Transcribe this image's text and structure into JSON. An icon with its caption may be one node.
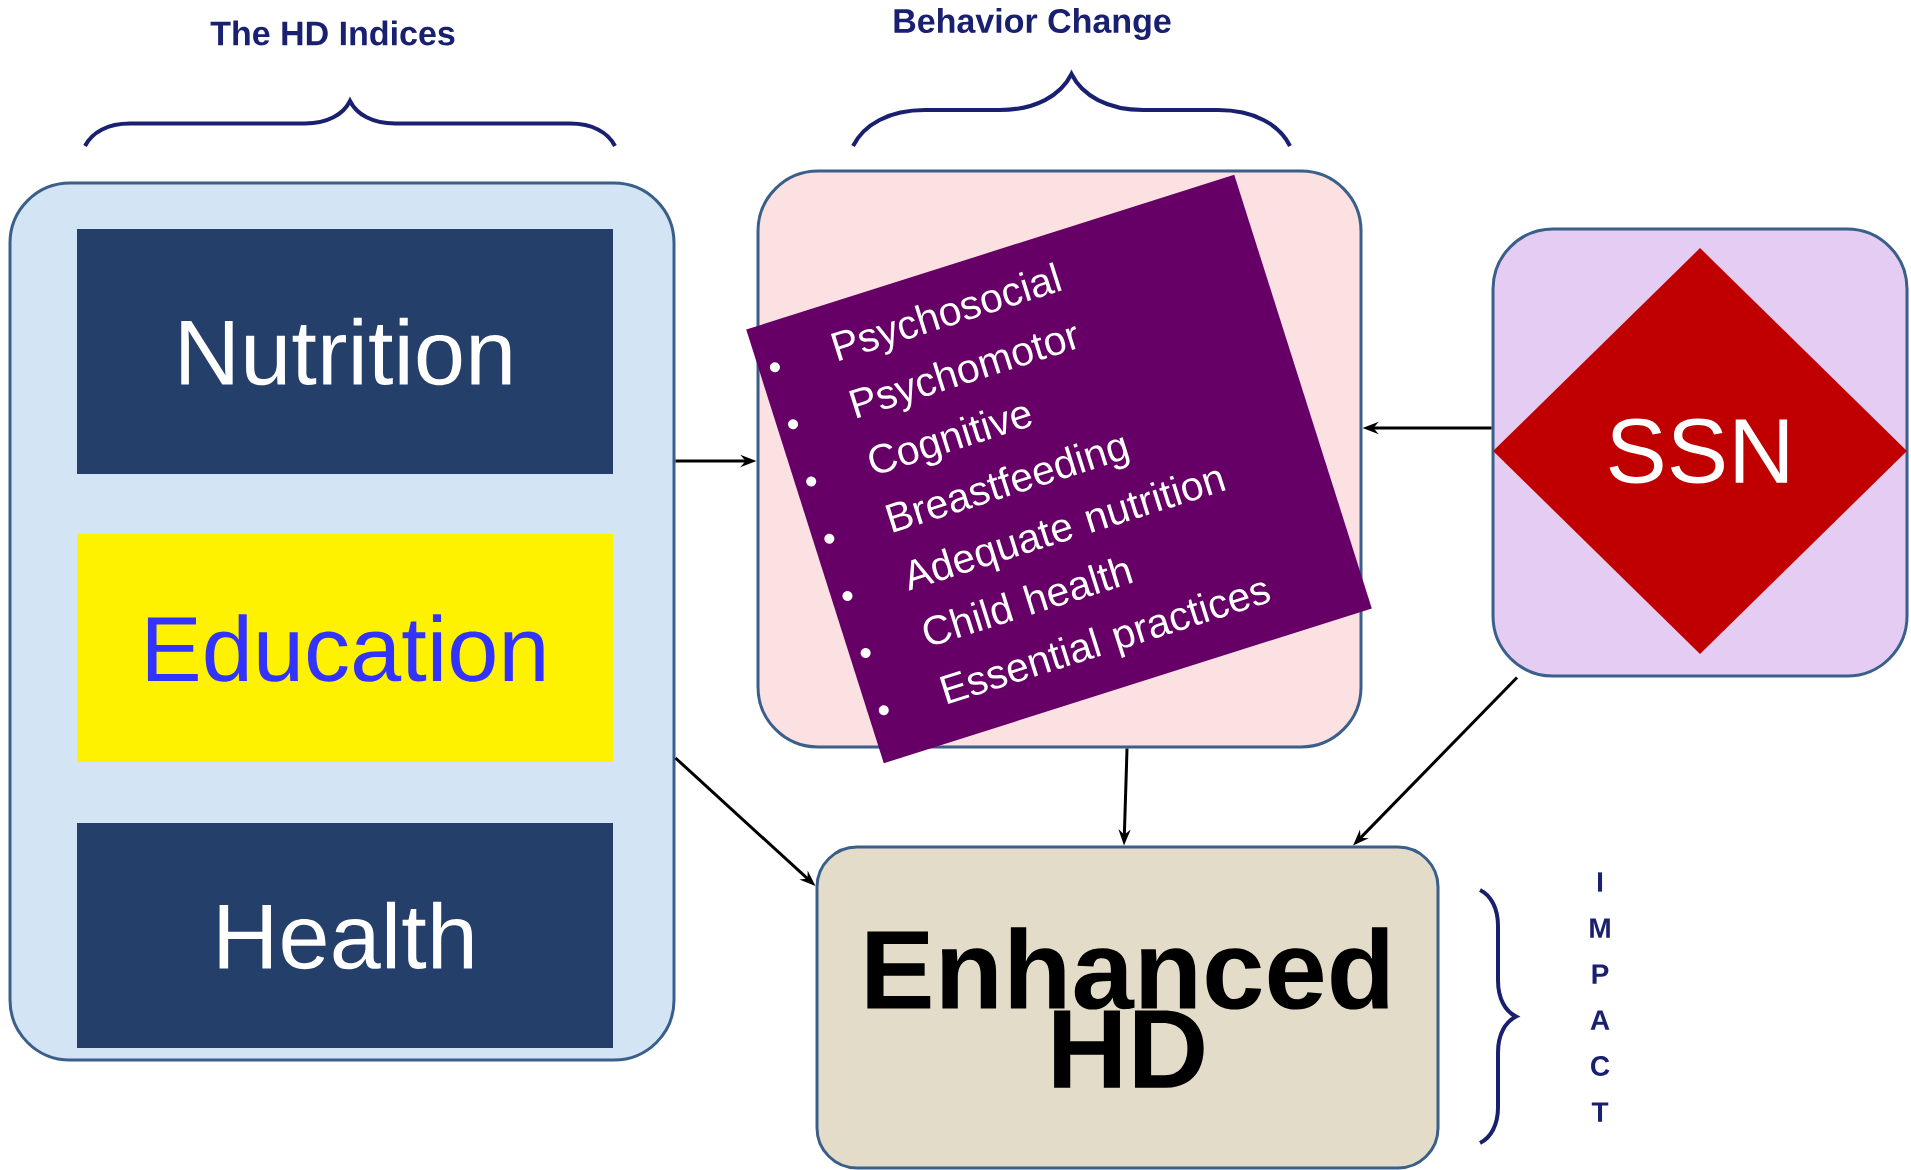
{
  "diagram": {
    "nodes": [
      {
        "text": [
          "The HD Indices"
        ]
      },
      {
        "text": [
          "Nutrition"
        ],
        "in": 0
      },
      {
        "text": [
          "Education"
        ],
        "in": 0
      },
      {
        "text": [
          "Health"
        ],
        "in": 0
      },
      {
        "text": [
          "Behavior Change"
        ]
      },
      {
        "text": [
          "Psychosocial",
          "Psychomotor",
          "Cognitive",
          "Breastfeeding",
          "Adequate nutrition",
          "Child health",
          "Essential practices"
        ],
        "in": 4
      },
      {
        "text": [],
        "shape": "box"
      },
      {
        "text": [
          "SSN"
        ],
        "in": 6
      },
      {
        "text": [
          "Enhanced HD"
        ],
        "beside": [
          "I M P A C T"
        ]
      }
    ],
    "edges": [
      {
        "from": 0,
        "to": 4,
        "arrow": "to"
      },
      {
        "from": 6,
        "to": 4,
        "arrow": "to"
      },
      {
        "from": 0,
        "to": 8,
        "arrow": "to"
      },
      {
        "from": 4,
        "to": 8,
        "arrow": "to"
      },
      {
        "from": 6,
        "to": 8,
        "arrow": "to"
      }
    ]
  }
}
